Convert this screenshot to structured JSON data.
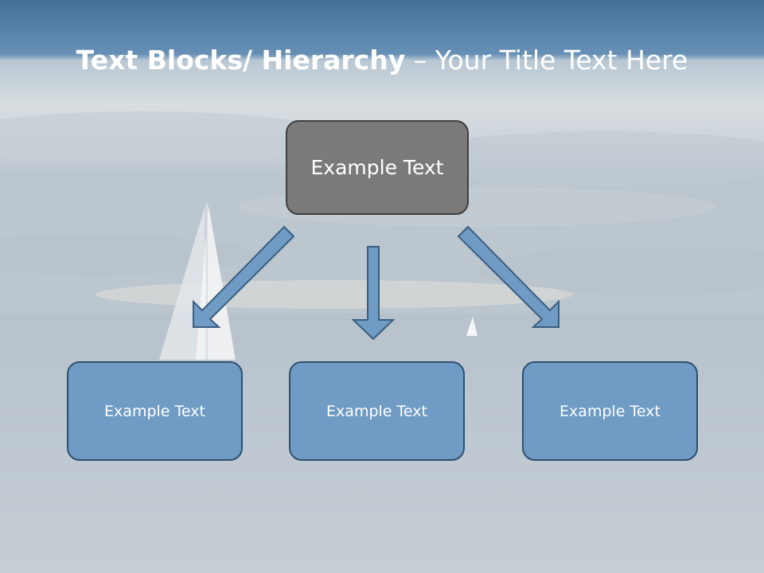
{
  "title": {
    "bold_part": "Text Blocks/ Hierarchy",
    "rest": " – Your Title Text Here"
  },
  "diagram": {
    "top_box": {
      "label": "Example Text"
    },
    "children": [
      {
        "label": "Example Text"
      },
      {
        "label": "Example Text"
      },
      {
        "label": "Example Text"
      }
    ]
  },
  "colors": {
    "top_box_fill": "#7a7a7a",
    "child_box_fill": "#6f9bc4",
    "arrow_fill": "#6f9bc4",
    "header_band": "#4f7fab"
  }
}
